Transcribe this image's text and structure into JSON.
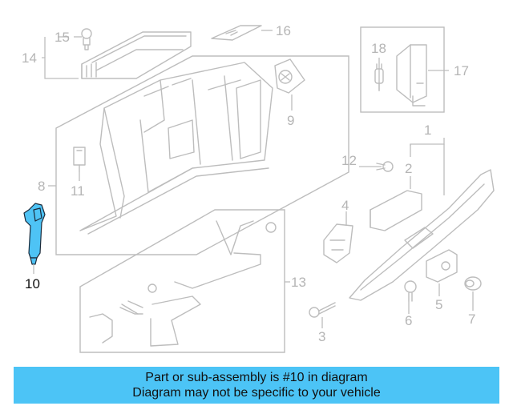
{
  "callouts": {
    "c1": "1",
    "c2": "2",
    "c3": "3",
    "c4": "4",
    "c5": "5",
    "c6": "6",
    "c7": "7",
    "c8": "8",
    "c9": "9",
    "c10": "10",
    "c11": "11",
    "c12": "12",
    "c13": "13",
    "c14": "14",
    "c15": "15",
    "c16": "16",
    "c17": "17",
    "c18": "18"
  },
  "highlighted_part": "10",
  "colors": {
    "highlight": "#4ec3f5",
    "banner": "#4cc4f6",
    "line": "#bdbdbd"
  },
  "banner": {
    "line1": "Part or sub-assembly is #10 in diagram",
    "line2": "Diagram may not be specific to your vehicle"
  }
}
